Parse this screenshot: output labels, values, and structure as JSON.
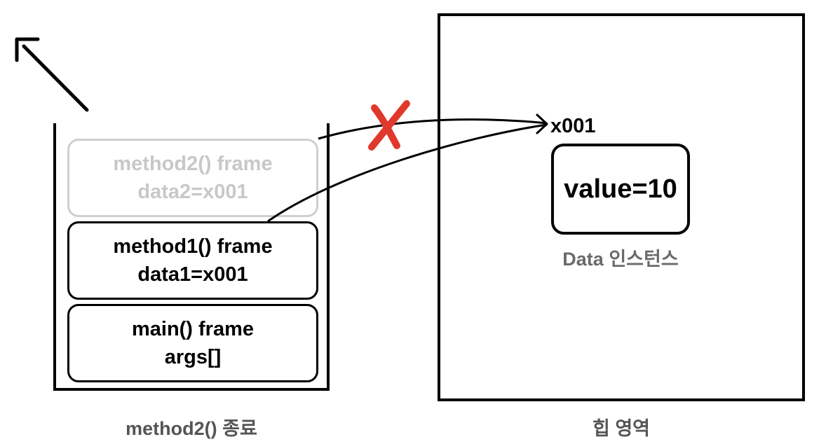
{
  "stack": {
    "frames": [
      {
        "name": "method2() frame",
        "var": "data2=x001",
        "faded": true
      },
      {
        "name": "method1() frame",
        "var": "data1=x001",
        "faded": false
      },
      {
        "name": "main() frame",
        "var": "args[]",
        "faded": false
      }
    ],
    "caption": "method2() 종료"
  },
  "heap": {
    "address": "x001",
    "instance_value": "value=10",
    "instance_label": "Data 인스턴스",
    "caption": "힙 영역"
  },
  "colors": {
    "cross": "#e0392b",
    "faded_text": "#c8c8c8",
    "caption": "#555555"
  },
  "icons": {
    "pop_arrow": "arrow-up-left-icon",
    "removed_reference": "cross-icon"
  }
}
